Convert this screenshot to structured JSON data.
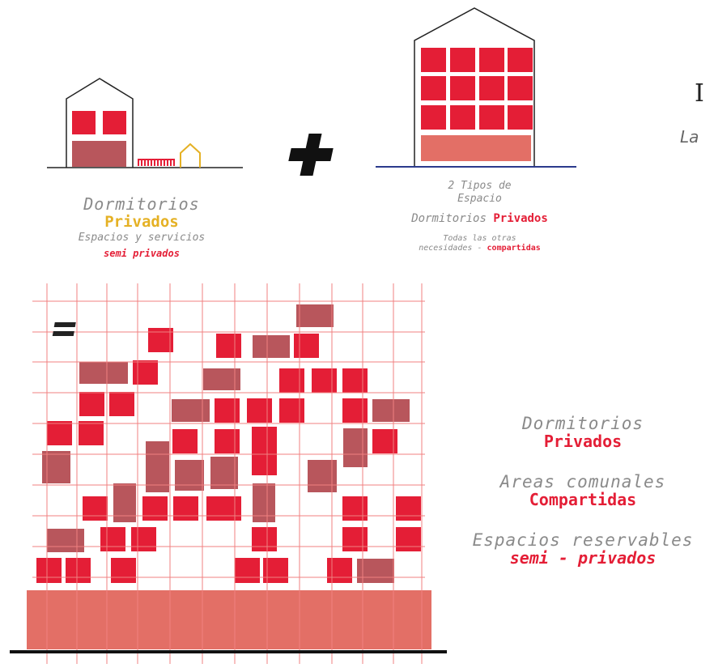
{
  "header": {
    "title_fragment": "I",
    "subtitle_fragment": "La"
  },
  "left_house": {
    "line1": "Dormitorios",
    "line2": "Privados",
    "line3": "Espacios y servicios",
    "line4": "semi privados"
  },
  "right_house": {
    "line1": "2 Tipos de",
    "line2": "Espacio",
    "line3_plain": "Dormitorios",
    "line3_bold": "Privados",
    "line4": "Todas las otras",
    "line5_plain": "necesidades -",
    "line5_bold": "compartidas"
  },
  "legend": {
    "item1_light": "Dormitorios",
    "item1_bold": "Privados",
    "item2_light": "Areas comunales",
    "item2_bold": "Compartidas",
    "item3_light": "Espacios reservables",
    "item3_bold": "semi - privados"
  },
  "colors": {
    "private_red": "#e41e36",
    "shared_dark": "#b8565c",
    "base_salmon": "#e36f66",
    "grid_line": "#f08080",
    "yellow_accent": "#e5b125",
    "ground_blue": "#2b3a8c"
  }
}
